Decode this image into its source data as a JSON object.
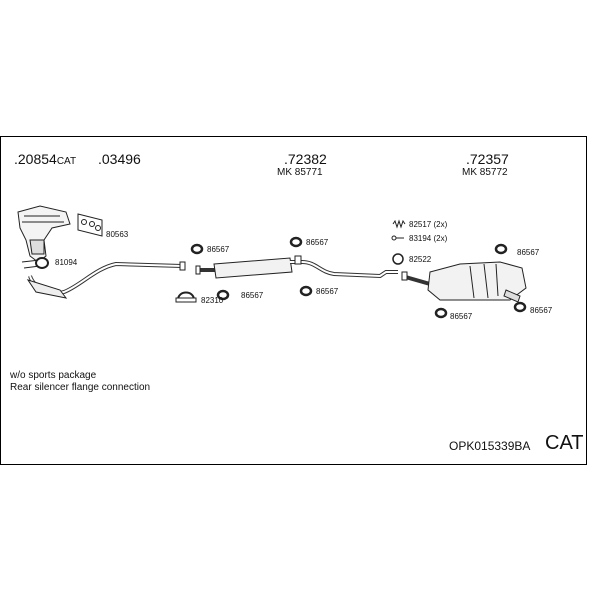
{
  "header": {
    "part_a": ".20854",
    "part_a_suffix": "CAT",
    "part_b": ".03496",
    "part_c": ".72382",
    "part_c_kit": "MK 85771",
    "part_d": ".72357",
    "part_d_kit": "MK 85772"
  },
  "callouts": {
    "c80563": "80563",
    "c81094": "81094",
    "c86567_a": "86567",
    "c86567_b": "86567",
    "c86567_c": "86567",
    "c86567_d": "86567",
    "c86567_e": "86567",
    "c86567_f": "86567",
    "c86567_g": "86567",
    "c82310": "82310",
    "c82517": "82517 (2x)",
    "c83194": "83194 (2x)",
    "c82522": "82522"
  },
  "notes": {
    "line1": "w/o sports package",
    "line2": "Rear silencer flange connection"
  },
  "footer": {
    "set_code": "OPK015339BA",
    "cat_label": "CAT"
  },
  "icons": [
    "clamp-ring-icon",
    "gasket-icon",
    "bolt-icon",
    "spring-icon"
  ]
}
